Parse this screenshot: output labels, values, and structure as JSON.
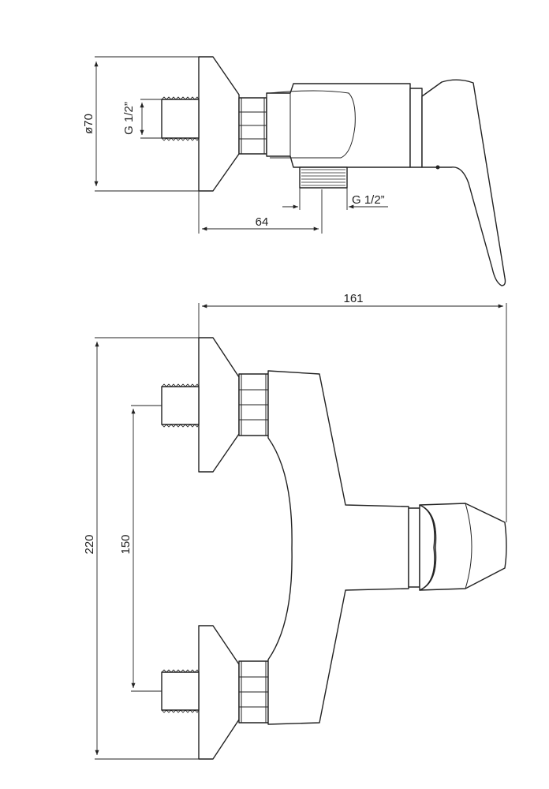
{
  "side_view": {
    "diameter_label": "ø70",
    "inlet_thread_label": "G 1/2”",
    "outlet_thread_label": "G 1/2”",
    "depth_label": "64"
  },
  "front_view": {
    "width_label": "161",
    "height_label": "220",
    "spacing_label": "150"
  },
  "colors": {
    "line": "#222222",
    "background": "#ffffff"
  }
}
